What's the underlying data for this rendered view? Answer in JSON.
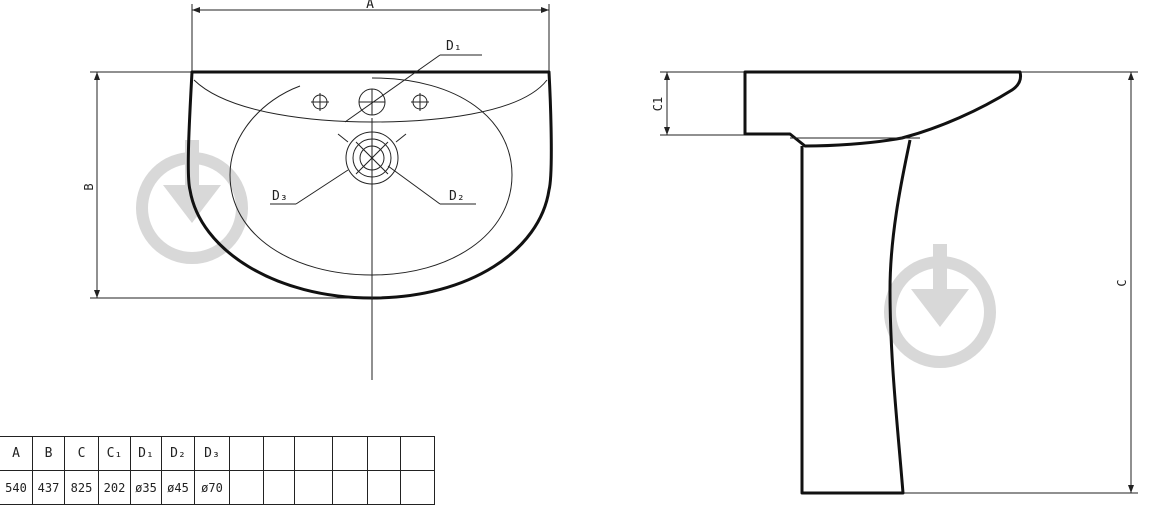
{
  "labels": {
    "A": "A",
    "B": "B",
    "C": "C",
    "C1": "C1",
    "D1": "D₁",
    "D2": "D₂",
    "D3": "D₃"
  },
  "table": {
    "headers": [
      "A",
      "B",
      "C",
      "C₁",
      "D₁",
      "D₂",
      "D₃",
      "",
      "",
      "",
      "",
      "",
      ""
    ],
    "values": [
      "540",
      "437",
      "825",
      "202",
      "ø35",
      "ø45",
      "ø70",
      "",
      "",
      "",
      "",
      "",
      ""
    ]
  },
  "colors": {
    "line": "#111111",
    "watermark": "#d8d8d8"
  },
  "icons": [
    "watermark-download-icon"
  ]
}
